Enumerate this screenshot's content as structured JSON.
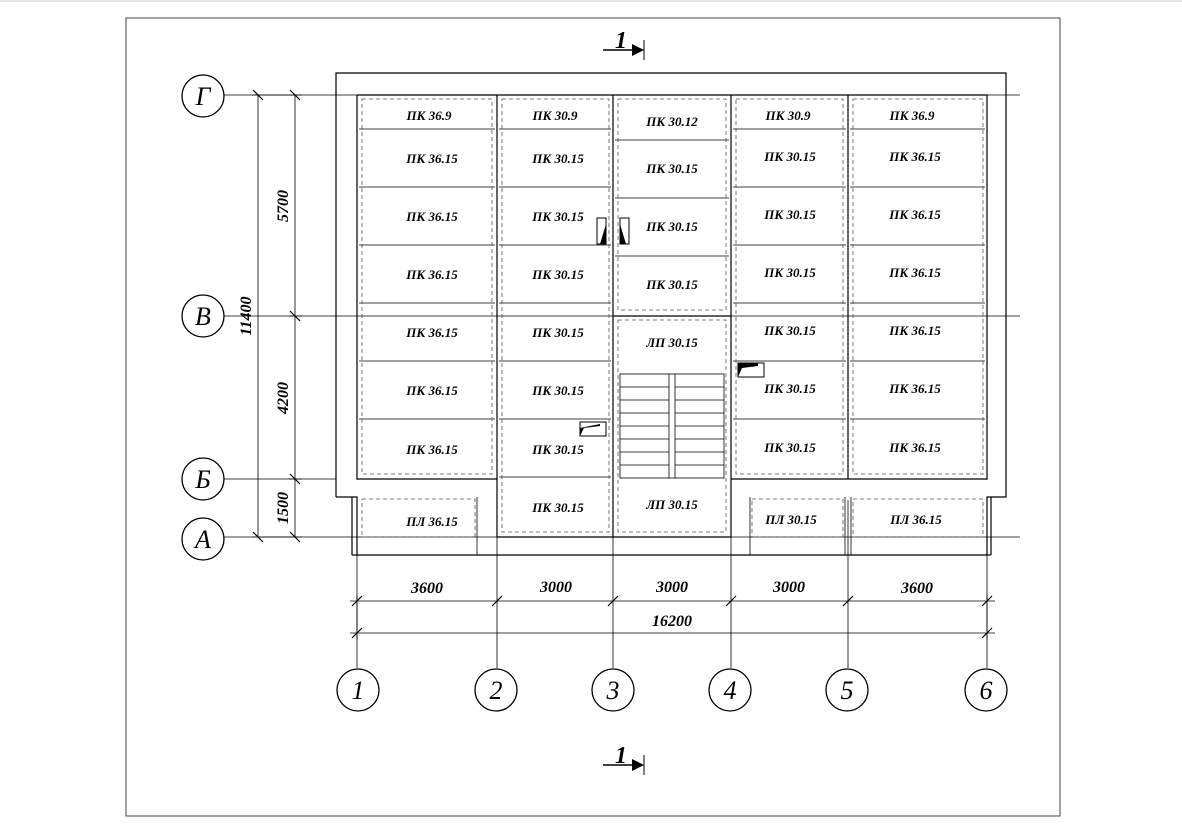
{
  "section_marks": {
    "top": "1",
    "bottom": "1"
  },
  "row_axes": [
    "Г",
    "В",
    "Б",
    "А"
  ],
  "col_axes": [
    "1",
    "2",
    "3",
    "4",
    "5",
    "6"
  ],
  "left_dims": {
    "seg1": "5700",
    "seg2": "4200",
    "seg3": "1500",
    "total": "11400"
  },
  "bottom_dims": {
    "seg1": "3600",
    "seg2": "3000",
    "seg3": "3000",
    "seg4": "3000",
    "seg5": "3600",
    "total": "16200"
  },
  "slabs": {
    "c1": [
      "ПК 36.9",
      "ПК 36.15",
      "ПК 36.15",
      "ПК 36.15",
      "ПК 36.15",
      "ПК 36.15",
      "ПК 36.15"
    ],
    "c2": [
      "ПК 30.9",
      "ПК 30.15",
      "ПК 30.15",
      "ПК 30.15",
      "ПК 30.15",
      "ПК 30.15",
      "ПК 30.15",
      "ПК 30.15"
    ],
    "c3": [
      "ПК 30.12",
      "ПК 30.15",
      "ПК 30.15",
      "ПК 30.15"
    ],
    "c4": [
      "ПК 30.9",
      "ПК 30.15",
      "ПК 30.15",
      "ПК 30.15",
      "ПК 30.15",
      "ПК 30.15",
      "ПК 30.15"
    ],
    "c5": [
      "ПК 36.9",
      "ПК 36.15",
      "ПК 36.15",
      "ПК 36.15",
      "ПК 36.15",
      "ПК 36.15",
      "ПК 36.15"
    ],
    "landing_top": "ЛП 30.15",
    "landing_bottom": "ЛП 30.15",
    "balcony_left": "ПЛ 36.15",
    "balcony_right1": "ПЛ 30.15",
    "balcony_right2": "ПЛ 36.15"
  }
}
